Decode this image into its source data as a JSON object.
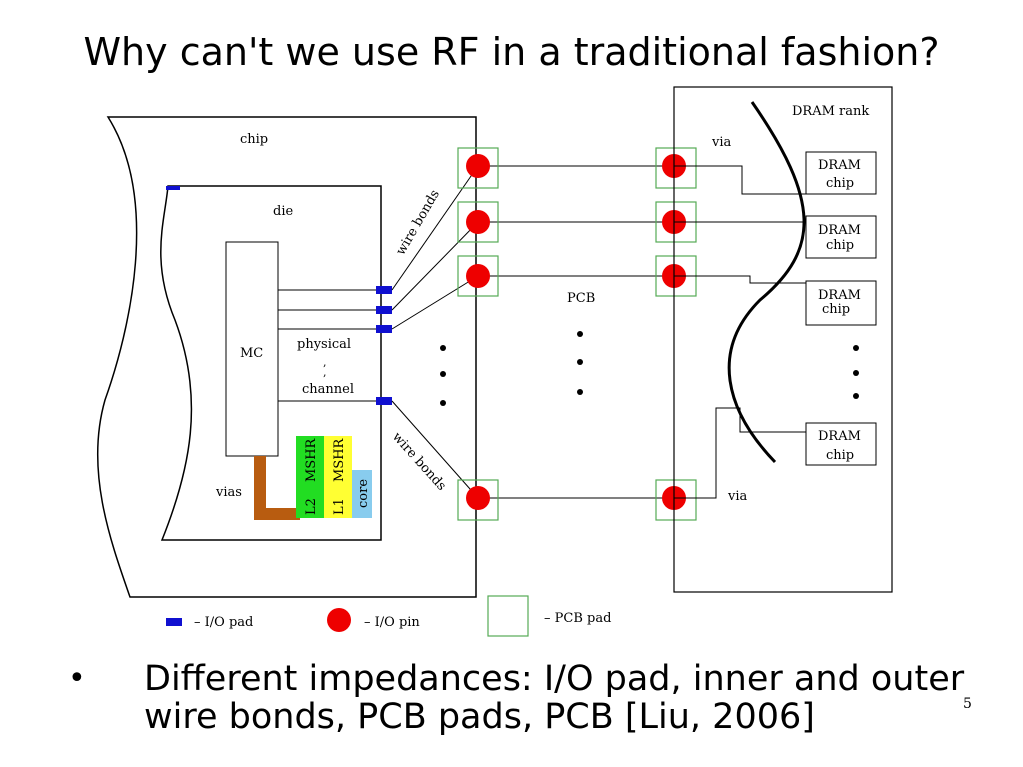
{
  "slide": {
    "title": "Why can't we use RF in a traditional fashion?",
    "bullet": "Different impedances: I/O pad, inner and outer wire bonds, PCB pads, PCB [Liu, 2006]",
    "page_number": "5"
  },
  "diagram": {
    "labels": {
      "chip": "chip",
      "die": "die",
      "mc": "MC",
      "physical": "physical",
      "channel": "channel",
      "vias": "vias",
      "wire_bonds_top": "wire bonds",
      "wire_bonds_bottom": "wire bonds",
      "pcb": "PCB",
      "via_top": "via",
      "via_bottom": "via",
      "dram_rank": "DRAM rank",
      "l2": "L2",
      "l1": "L1",
      "mshr_l2": "MSHR",
      "mshr_l1": "MSHR",
      "core": "core"
    },
    "dram_chips": [
      {
        "line1": "DRAM",
        "line2": "chip"
      },
      {
        "line1": "DRAM",
        "line2": "chip"
      },
      {
        "line1": "DRAM",
        "line2": "chip"
      },
      {
        "line1": "DRAM",
        "line2": "chip"
      }
    ],
    "legend": {
      "io_pad": "– I/O pad",
      "io_pin": "– I/O pin",
      "pcb_pad": "– PCB pad"
    },
    "colors": {
      "io_pad": "#1010d0",
      "io_pin": "#ee0000",
      "pcb_pad": "#55aa55",
      "l2_block": "#22dd22",
      "l1_block": "#ffff33",
      "core_block": "#88ccee",
      "vias_block": "#b85c10"
    }
  }
}
